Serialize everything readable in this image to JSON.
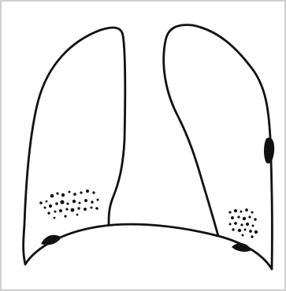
{
  "figure": {
    "colors": {
      "background": "#ffffff",
      "line": "#111111",
      "border": "#cfcfcf"
    },
    "elements": [
      "image-border",
      "right-lung-outline",
      "left-lung-outline",
      "diaphragm-dome",
      "right-base-nodular-opacities",
      "left-base-nodular-opacities",
      "left-lateral-pleural-plaque",
      "right-diaphragm-plaque",
      "left-diaphragm-plaque"
    ]
  }
}
